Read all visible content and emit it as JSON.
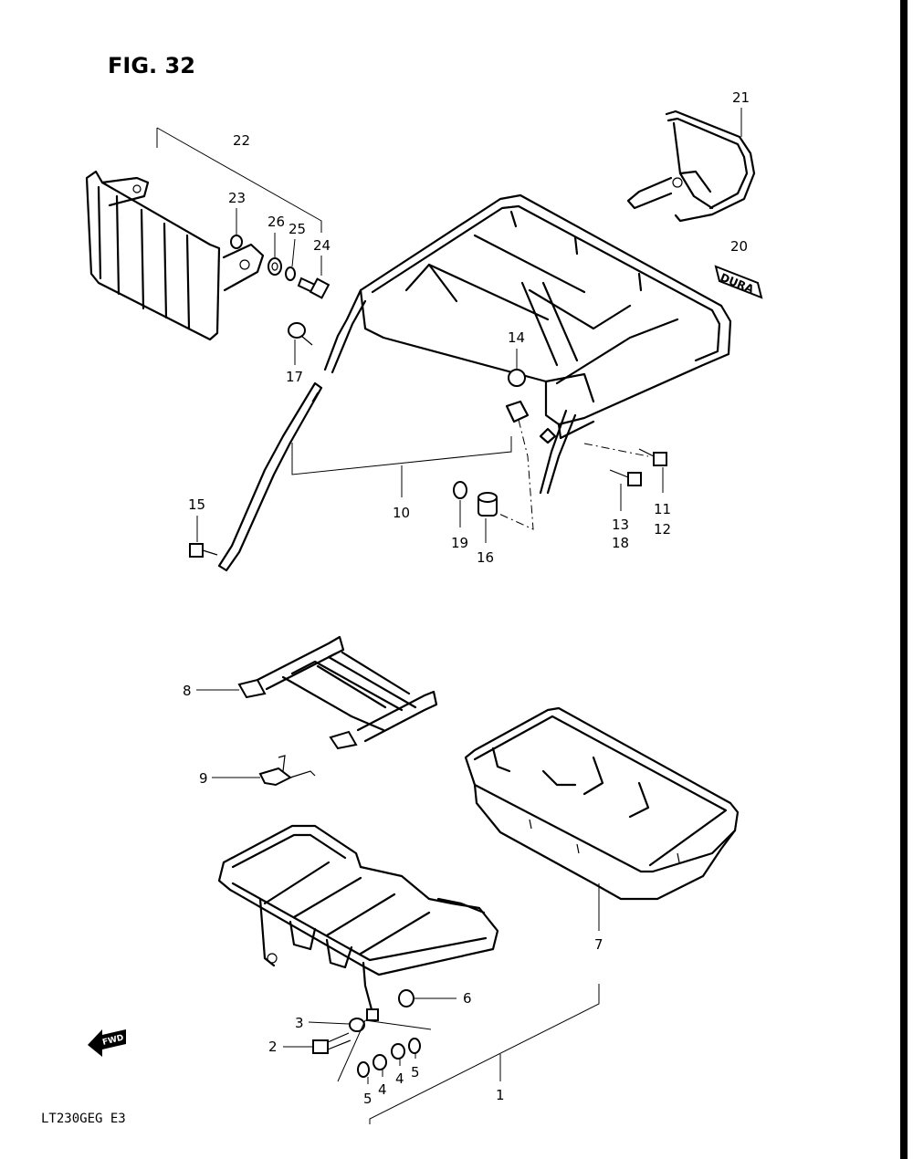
{
  "figure": {
    "title": "FIG. 32",
    "model_code": "LT230GEG  E3"
  },
  "labels": {
    "n1": "1",
    "n2": "2",
    "n3": "3",
    "n4a": "4",
    "n4b": "4",
    "n5a": "5",
    "n5b": "5",
    "n6": "6",
    "n7": "7",
    "n8": "8",
    "n9": "9",
    "n10": "10",
    "n11": "11",
    "n12": "12",
    "n13": "13",
    "n14": "14",
    "n15": "15",
    "n16": "16",
    "n17": "17",
    "n18": "18",
    "n19": "19",
    "n20": "20",
    "n21": "21",
    "n22": "22",
    "n23": "23",
    "n24": "24",
    "n25": "25",
    "n26": "26"
  },
  "fwd_mark": "FWD",
  "decal_text": "DURA"
}
